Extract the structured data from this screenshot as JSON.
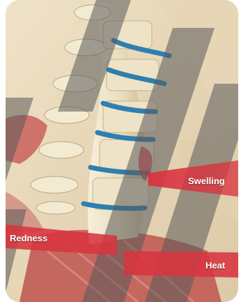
{
  "labels": {
    "swelling": "Swelling",
    "redness": "Redness",
    "heat": "Heat"
  },
  "colors": {
    "background": "#e9dcc2",
    "bone": "#efe4c7",
    "disc": "#2e7fb0",
    "inflammation": "#d8343f",
    "watermark": "#5a5a5a"
  }
}
